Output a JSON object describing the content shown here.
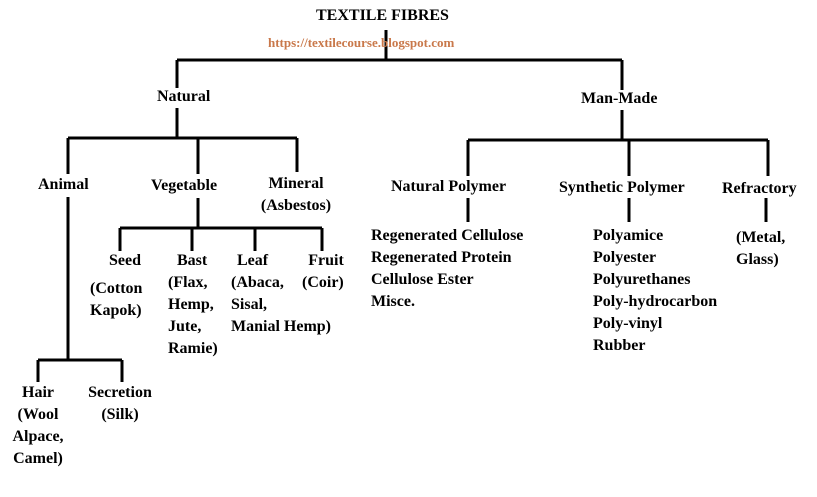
{
  "title": "TEXTILE FIBRES",
  "source_url": "https://textilecourse.blogspot.com",
  "nodes": {
    "natural": "Natural",
    "man_made": "Man-Made",
    "animal": "Animal",
    "vegetable": "Vegetable",
    "mineral": [
      "Mineral",
      "(Asbestos)"
    ],
    "seed": [
      "Seed",
      "",
      "(Cotton",
      "Kapok)"
    ],
    "bast": [
      "Bast",
      "(Flax,",
      "Hemp,",
      "Jute,",
      "Ramie)"
    ],
    "leaf": [
      "Leaf",
      "(Abaca,",
      "Sisal,",
      "Manial Hemp)"
    ],
    "fruit": [
      "Fruit",
      "(Coir)"
    ],
    "hair": [
      "Hair",
      "(Wool",
      "Alpace,",
      "Camel)"
    ],
    "secretion": [
      "Secretion",
      "(Silk)"
    ],
    "natural_polymer": "Natural Polymer",
    "synthetic_polymer": "Synthetic Polymer",
    "refractory": "Refractory",
    "natural_polymer_items": [
      "Regenerated Cellulose",
      "Regenerated Protein",
      "Cellulose Ester",
      "Misce."
    ],
    "synthetic_polymer_items": [
      "Polyamice",
      "Polyester",
      "Polyurethanes",
      "Poly-hydrocarbon",
      "Poly-vinyl",
      "Rubber"
    ],
    "refractory_items": [
      "(Metal,",
      "Glass)"
    ]
  }
}
